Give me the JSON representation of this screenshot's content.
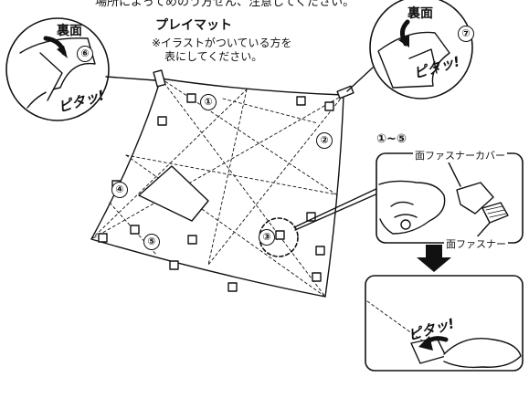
{
  "top_clipped_text": "場所によってめのう方せん、注意してください。",
  "mat_title": "プレイマット",
  "mat_note_line1": "※イラストがついている方を",
  "mat_note_line2": "表にしてください。",
  "back_label_left": "裏面",
  "back_label_right": "裏面",
  "sound_text": "ピタッ!",
  "step_range": "①~⑤",
  "cover_label": "面ファスナーカバー",
  "fastener_label": "面ファスナー",
  "markers": [
    "①",
    "②",
    "③",
    "④",
    "⑤",
    "⑥",
    "⑦"
  ]
}
